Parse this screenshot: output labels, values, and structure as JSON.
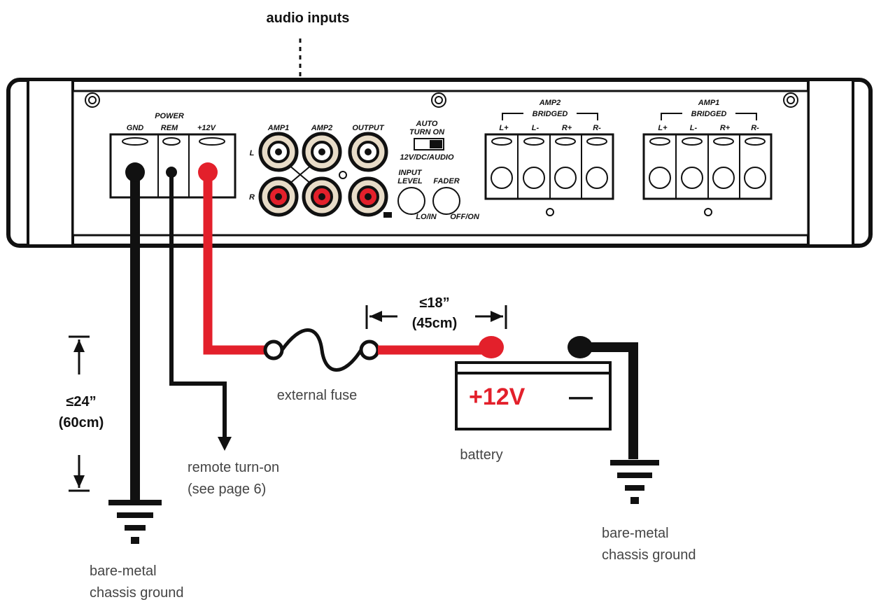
{
  "title": "audio inputs",
  "panel": {
    "gnd": "GND",
    "power": "POWER",
    "rem": "REM",
    "v12": "+12V",
    "amp1": "AMP1",
    "amp2": "AMP2",
    "output": "OUTPUT",
    "l": "L",
    "r": "R",
    "auto": "AUTO",
    "turn_on": "TURN ON",
    "mode": "12V/DC/AUDIO",
    "input": "INPUT",
    "level": "LEVEL",
    "fader": "FADER",
    "low": "LO/IN",
    "offon": "OFF/ON",
    "amp2_block": {
      "title": "AMP2",
      "bridged": "BRIDGED",
      "terms": [
        "L+",
        "L-",
        "R+",
        "R-"
      ]
    },
    "amp1_block": {
      "title": "AMP1",
      "bridged": "BRIDGED",
      "terms": [
        "L+",
        "L-",
        "R+",
        "R-"
      ]
    }
  },
  "dist18": {
    "line1": "≤18”",
    "line2": "(45cm)"
  },
  "dist24": {
    "line1": "≤24”",
    "line2": "(60cm)"
  },
  "fuse_label": "external fuse",
  "battery": {
    "label": "battery",
    "plus": "+12V",
    "minus": "—"
  },
  "remote": {
    "line1": "remote turn-on",
    "line2": "(see page 6)"
  },
  "ground_left": {
    "line1": "bare-metal",
    "line2": "chassis ground"
  },
  "ground_right": {
    "line1": "bare-metal",
    "line2": "chassis ground"
  },
  "colors": {
    "positive_wire": "#e3202b",
    "ground_wire": "#111111",
    "outline": "#111111"
  }
}
